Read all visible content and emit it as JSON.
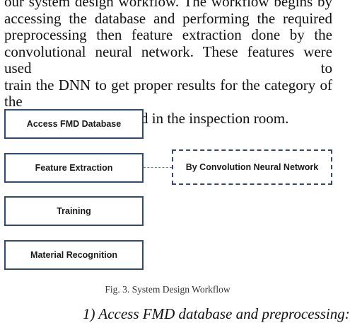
{
  "paragraph": {
    "lines": [
      "our system design workflow. The workflow begins by",
      "accessing the database and performing the required",
      "preprocessing then feature extraction done by the",
      "convolutional neural network. These features were used to",
      "train the DNN to get proper results for the category of the",
      "material that was placed in the inspection room."
    ]
  },
  "diagram": {
    "steps": [
      "Access FMD Database",
      "Feature Extraction",
      "Training",
      "Material Recognition"
    ],
    "side_note": "By Convolution Neural Network"
  },
  "caption": "Fig. 3. System Design Workflow",
  "subheading": "1)    Access FMD database and preprocessing:"
}
